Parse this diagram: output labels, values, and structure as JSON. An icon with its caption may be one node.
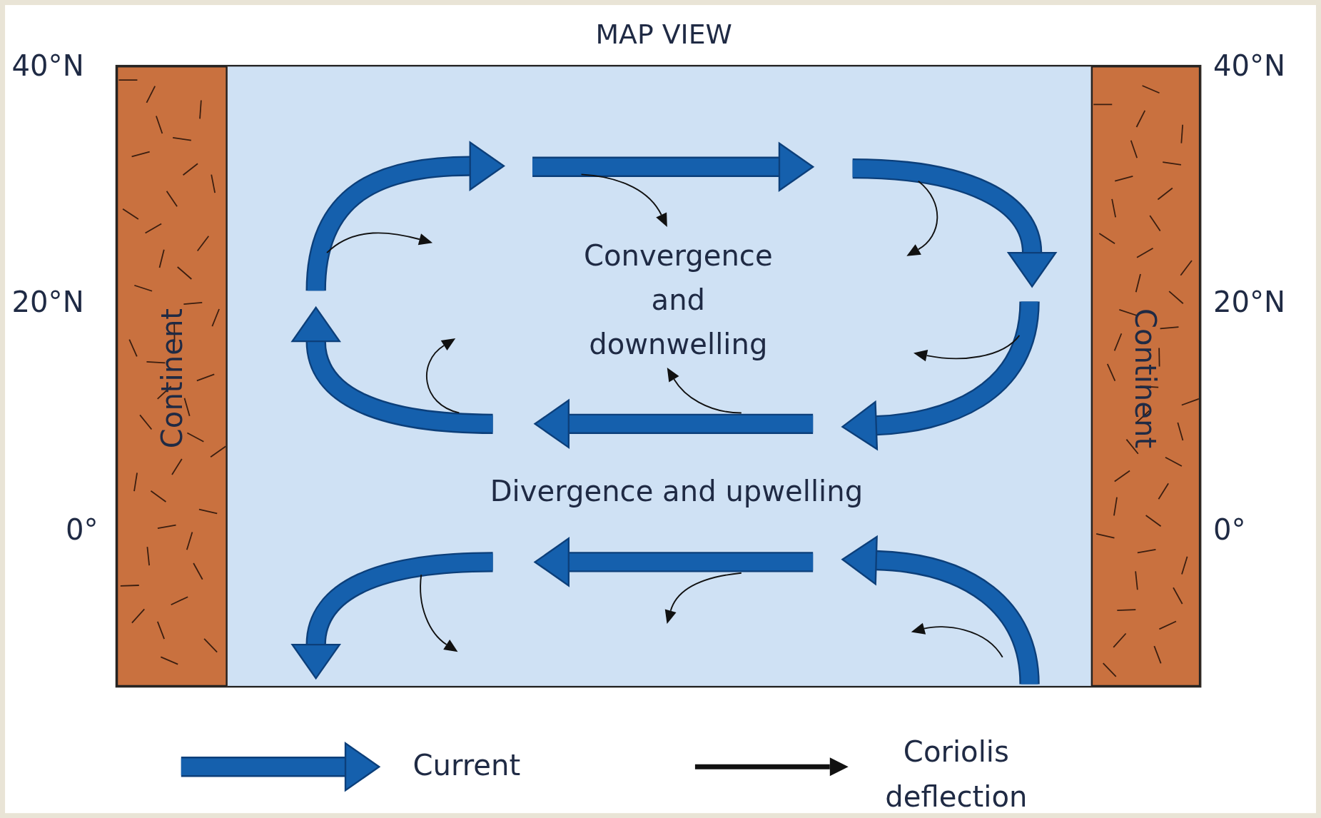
{
  "diagram": {
    "title": "MAP VIEW",
    "nodes": [
      {
        "text": [
          "Continent"
        ]
      },
      {
        "text": [
          "Continent"
        ]
      }
    ],
    "edges": [],
    "labels": [
      "40°N",
      "40°N",
      "20°N",
      "20°N",
      "0°",
      "0°",
      "Convergence and downwelling",
      "Divergence and upwelling"
    ],
    "legend": [
      {
        "text": "Current"
      },
      {
        "text": "Coriolis deflection"
      }
    ]
  }
}
